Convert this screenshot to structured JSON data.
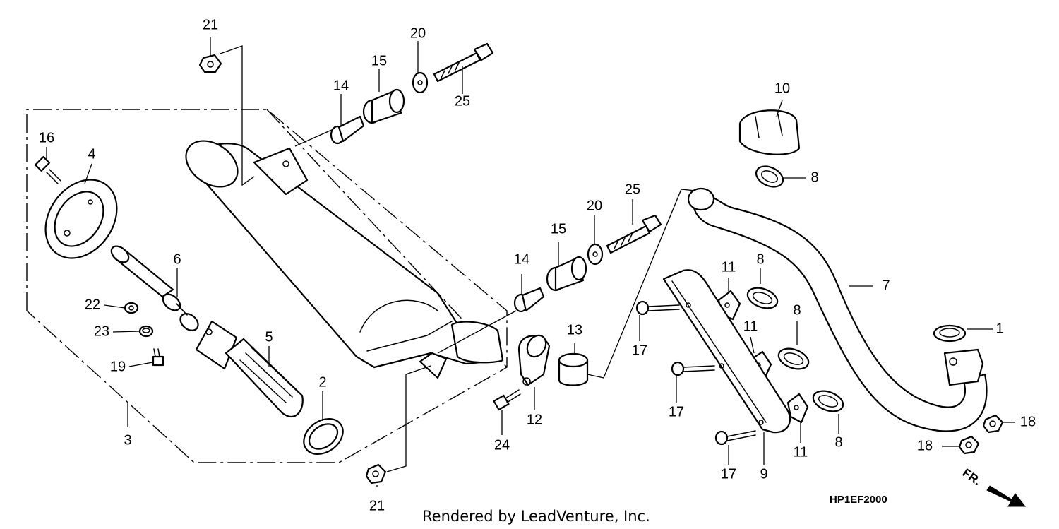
{
  "diagram": {
    "diagram_code": "HP1EF2000",
    "credit": "Rendered by LeadVenture, Inc.",
    "direction_marker": "FR.",
    "callouts": {
      "c1": "1",
      "c2": "2",
      "c3": "3",
      "c4": "4",
      "c5": "5",
      "c6": "6",
      "c7": "7",
      "c8a": "8",
      "c8b": "8",
      "c8c": "8",
      "c8d": "8",
      "c9": "9",
      "c10": "10",
      "c11a": "11",
      "c11b": "11",
      "c11c": "11",
      "c12": "12",
      "c13": "13",
      "c14a": "14",
      "c14b": "14",
      "c15a": "15",
      "c15b": "15",
      "c16": "16",
      "c17a": "17",
      "c17b": "17",
      "c17c": "17",
      "c18a": "18",
      "c18b": "18",
      "c19": "19",
      "c20a": "20",
      "c20b": "20",
      "c21a": "21",
      "c21b": "21",
      "c22": "22",
      "c23": "23",
      "c24": "24",
      "c25a": "25",
      "c25b": "25"
    }
  }
}
